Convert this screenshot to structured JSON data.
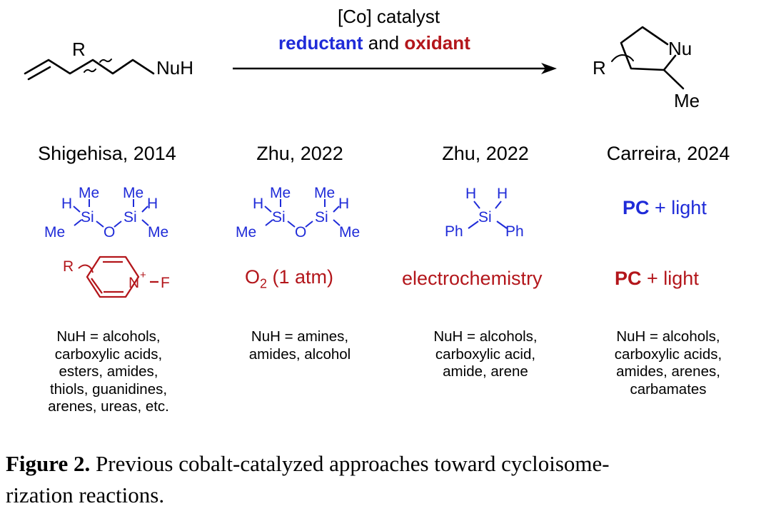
{
  "reaction": {
    "reactant_r": "R",
    "reactant_nuh": "NuH",
    "catalyst": "[Co] catalyst",
    "reductant": "reductant",
    "and_word": "and",
    "oxidant": "oxidant",
    "product_nu": "Nu",
    "product_r": "R",
    "product_me": "Me"
  },
  "columns": [
    {
      "title": "Shigehisa, 2014",
      "reductant": {
        "kind": "siloxane",
        "atoms": [
          "H",
          "Me",
          "Si",
          "O",
          "Si",
          "Me",
          "H",
          "Me",
          "Me"
        ]
      },
      "oxidant": {
        "kind": "pyridinium",
        "atoms": [
          "R",
          "N",
          "+",
          "F"
        ]
      },
      "nuh_lines": [
        "NuH = alcohols,",
        "carboxylic acids,",
        "esters, amides,",
        "thiols, guanidines,",
        "arenes, ureas, etc."
      ]
    },
    {
      "title": "Zhu, 2022",
      "reductant": {
        "kind": "siloxane",
        "atoms": [
          "H",
          "Me",
          "Si",
          "O",
          "Si",
          "Me",
          "H",
          "Me",
          "Me"
        ]
      },
      "oxidant": {
        "kind": "text",
        "text": "O",
        "sub": "2",
        "rest": " (1 atm)"
      },
      "nuh_lines": [
        "NuH = amines,",
        "amides, alcohol"
      ]
    },
    {
      "title": "Zhu, 2022",
      "reductant": {
        "kind": "silane",
        "atoms": [
          "H",
          "H",
          "Si",
          "Ph",
          "Ph"
        ]
      },
      "oxidant": {
        "kind": "text",
        "text": "electrochemistry"
      },
      "nuh_lines": [
        "NuH = alcohols,",
        "carboxylic acid,",
        "amide, arene"
      ]
    },
    {
      "title": "Carreira, 2024",
      "reductant": {
        "kind": "text",
        "bold": "PC",
        "rest": " + light"
      },
      "oxidant": {
        "kind": "text",
        "bold": "PC",
        "rest": " + light"
      },
      "nuh_lines": [
        "NuH = alcohols,",
        "carboxylic acids,",
        "amides, arenes,",
        "carbamates"
      ]
    }
  ],
  "caption": {
    "label": "Figure 2.",
    "text": " Previous cobalt-catalyzed approaches toward cycloisome-",
    "text2": "rization reactions."
  },
  "colors": {
    "reductant": "#1f2bd8",
    "oxidant": "#b3161b",
    "black": "#000000"
  }
}
